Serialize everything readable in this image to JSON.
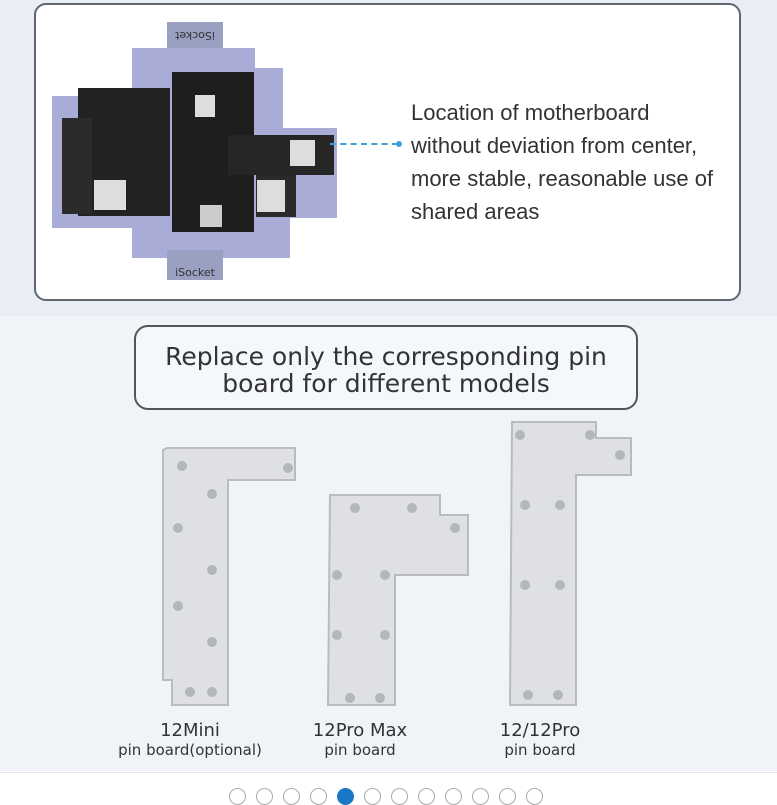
{
  "feature": {
    "description_lines": [
      "Location of motherboard",
      "without deviation from center,",
      "more stable, reasonable use of",
      "shared areas"
    ],
    "socket_label_top": "iSocket",
    "socket_label_bottom": "iSocket"
  },
  "heading": {
    "line1": "Replace only the corresponding pin",
    "line2": "board for different models"
  },
  "boards": [
    {
      "model": "12Mini",
      "sub": "pin board(optional)"
    },
    {
      "model": "12Pro Max",
      "sub": "pin board"
    },
    {
      "model": "12/12Pro",
      "sub": "pin board"
    }
  ],
  "carousel": {
    "count": 12,
    "active_index": 4,
    "accent": "#1a78c8"
  }
}
